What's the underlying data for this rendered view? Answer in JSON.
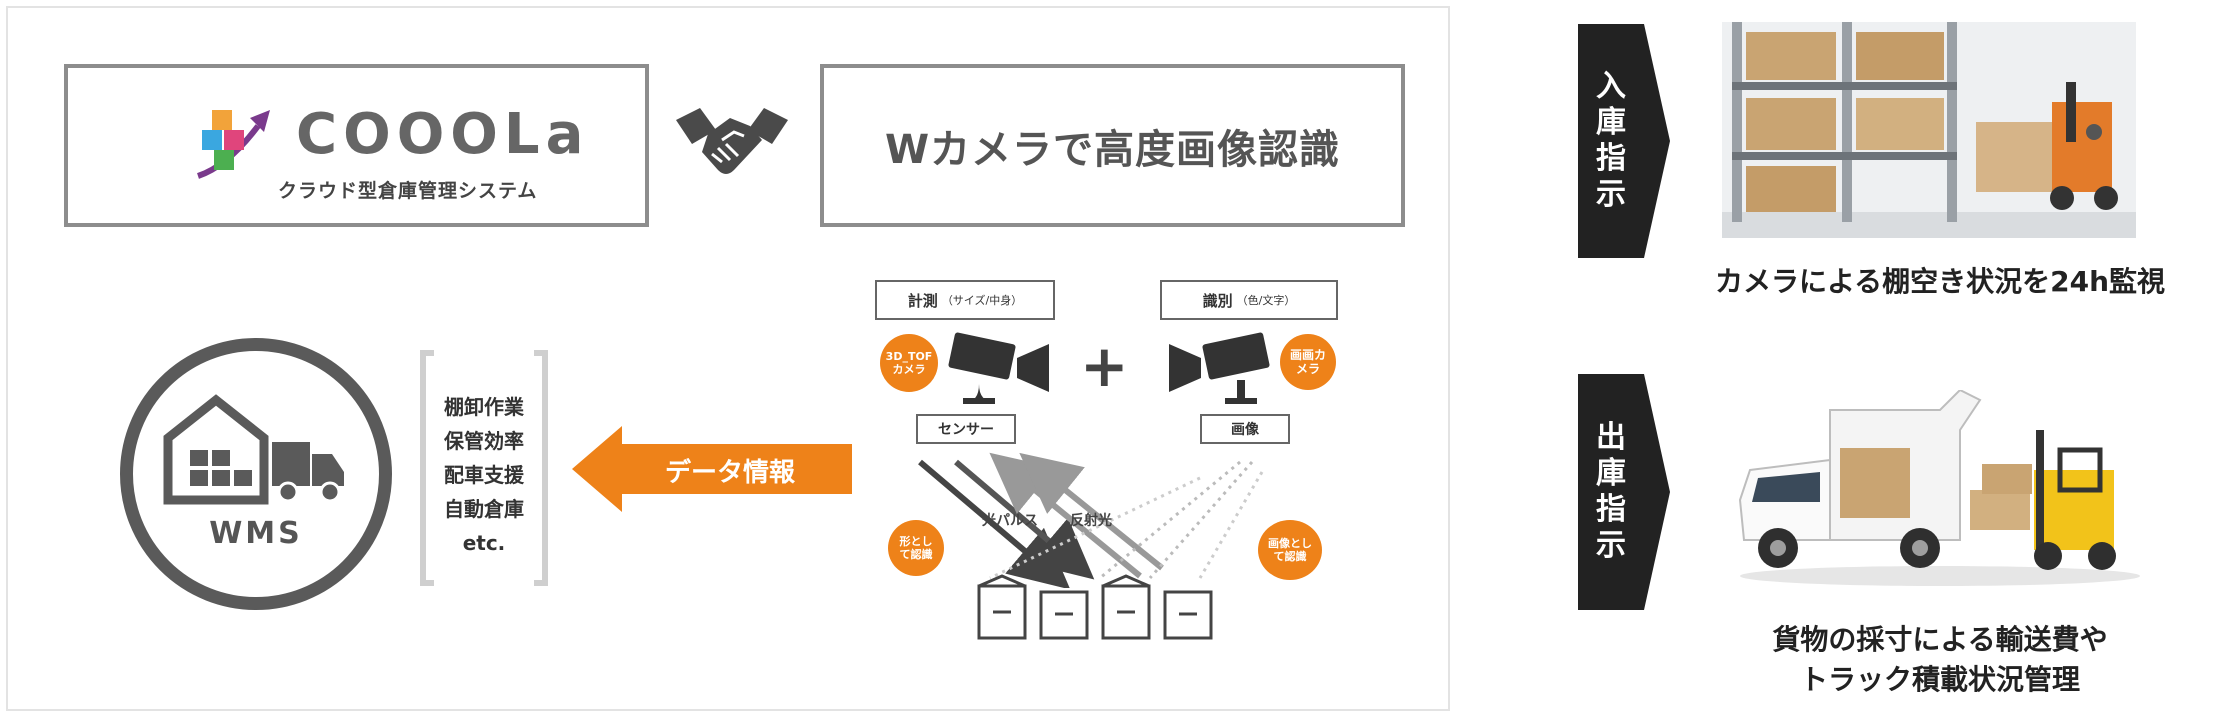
{
  "logo": {
    "name": "COOOLa",
    "subtitle": "クラウド型倉庫管理システム"
  },
  "header_right": "Wカメラで高度画像認識",
  "wms": {
    "label": "WMS"
  },
  "bracket_list": [
    "棚卸作業",
    "保管効率",
    "配車支援",
    "自動倉庫",
    "etc."
  ],
  "data_arrow_label": "データ情報",
  "measure_box": {
    "label": "計測",
    "paren": "（サイズ/中身）"
  },
  "identify_box": {
    "label": "識別",
    "paren": "（色/文字）"
  },
  "tof_badge": "3D_TOFカメラ",
  "rgb_badge": "画画カメラ",
  "sensor_label": "センサー",
  "image_label": "画像",
  "light_pulse_label": "光パルス",
  "reflected_label": "反射光",
  "shape_badge": "形として認識",
  "image_badge": "画像として認識",
  "plus": "+",
  "inbound": {
    "tag": [
      "入",
      "庫",
      "指",
      "示"
    ],
    "caption": "カメラによる棚空き状況を24h監視"
  },
  "outbound": {
    "tag": [
      "出",
      "庫",
      "指",
      "示"
    ],
    "caption_lines": [
      "貨物の採寸による輸送費や",
      "トラック積載状況管理"
    ]
  },
  "colors": {
    "orange": "#ee8219",
    "gray_border": "#8d8d8d",
    "black": "#222222"
  }
}
